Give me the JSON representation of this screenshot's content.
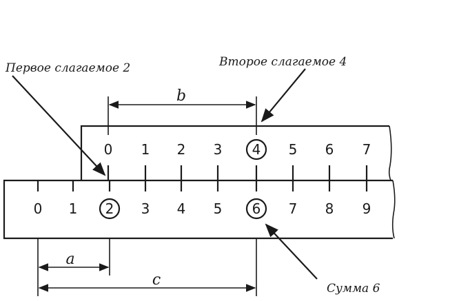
{
  "labels": {
    "first_addend": "Первое слагаемое 2",
    "second_addend": "Второе слагаемое 4",
    "sum": "Сумма 6",
    "a": "a",
    "b": "b",
    "c": "c"
  },
  "upper_scale": {
    "numbers": [
      "0",
      "1",
      "2",
      "3",
      "4",
      "5",
      "6",
      "7"
    ],
    "circled": "4"
  },
  "lower_scale": {
    "numbers": [
      "0",
      "1",
      "2",
      "3",
      "4",
      "5",
      "6",
      "7",
      "8",
      "9"
    ],
    "circled_first": "2",
    "circled_sum": "6"
  }
}
